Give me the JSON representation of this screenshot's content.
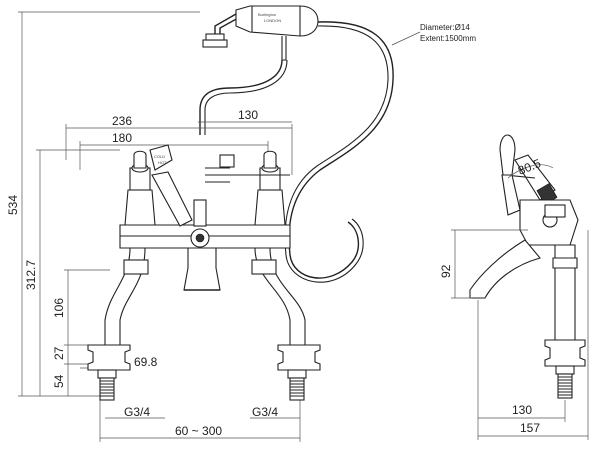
{
  "dimensions": {
    "overall_height": "534",
    "body_height": "312.7",
    "leg_height": "106",
    "base_height": "27",
    "tail_length": "54",
    "overall_width": "236",
    "tap_spacing": "180",
    "hook_offset": "130",
    "nut_width": "69.8",
    "thread_left": "G3/4",
    "thread_right": "G3/4",
    "centres": "60 ~ 300",
    "lever_angle": "80.5",
    "spout_height": "92",
    "spout_reach": "130",
    "depth": "157"
  },
  "hose": {
    "diameter": "Diameter:Ø14",
    "extent": "Extent:1500mm"
  },
  "handset_brand": "Burlington",
  "handset_sub": "LONDON",
  "lever_labels": [
    "COLD",
    "HOT"
  ]
}
